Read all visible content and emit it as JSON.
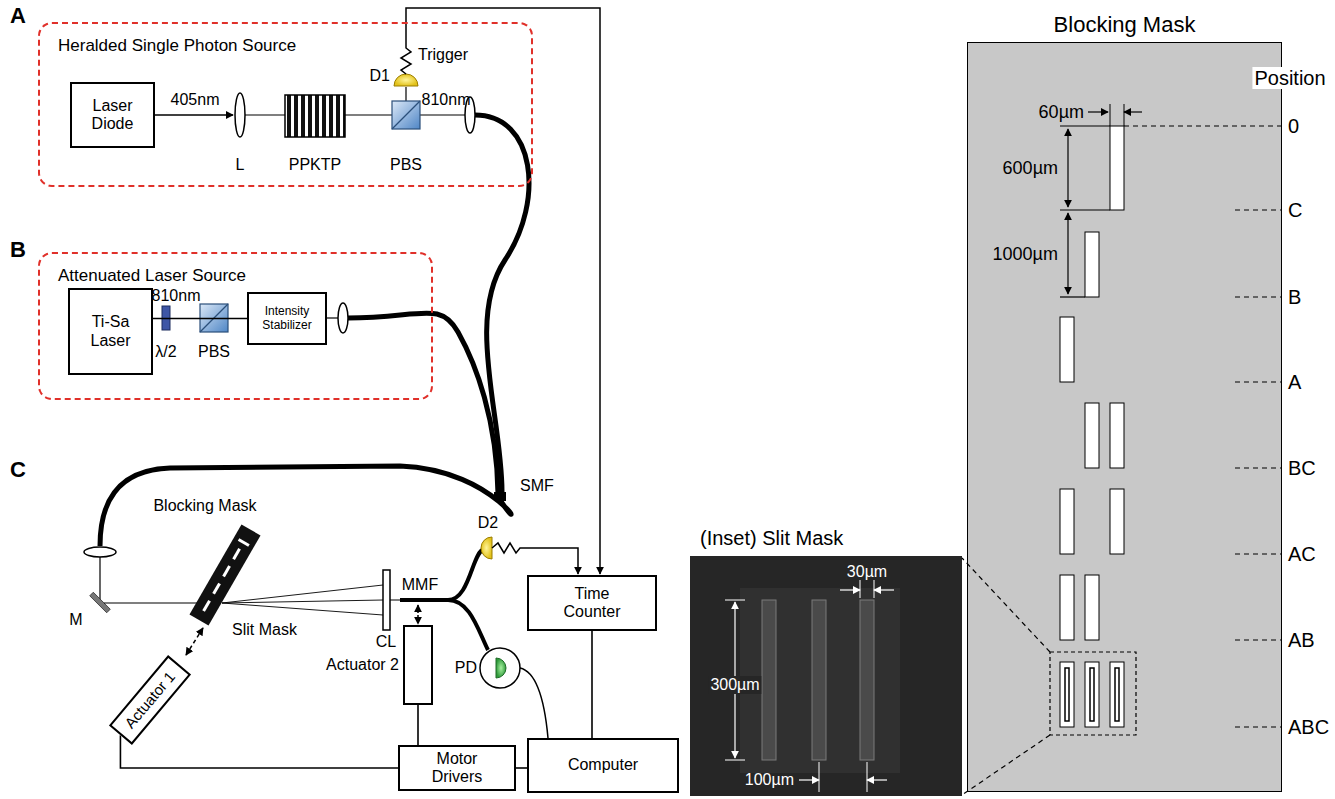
{
  "diagram": {
    "nodes": [
      {
        "text": [
          "Heralded Single Photon Source"
        ]
      },
      {
        "text": [
          "Laser Diode"
        ],
        "in": 0
      },
      {
        "text": [
          "Attenuated Laser Source"
        ]
      },
      {
        "text": [
          "Ti-Sa Laser"
        ],
        "in": 2
      },
      {
        "text": [
          "Intensity Stabilizer"
        ],
        "in": 2
      },
      {
        "text": [
          "Actuator 1"
        ]
      },
      {
        "text": [
          "Actuator 2"
        ]
      },
      {
        "text": [
          "Time Counter"
        ]
      },
      {
        "text": [
          "Motor Drivers"
        ]
      },
      {
        "text": [
          "Computer"
        ]
      },
      {
        "text": [
          "Blocking Mask"
        ]
      },
      {
        "text": [
          "(Inset) Slit Mask"
        ]
      }
    ],
    "edges": [
      {
        "from": 5,
        "to": 8,
        "arrow": "none"
      },
      {
        "from": 6,
        "to": 8,
        "arrow": "none"
      },
      {
        "from": 8,
        "to": 9,
        "arrow": "none"
      },
      {
        "from": 7,
        "to": 9,
        "arrow": "none"
      },
      {
        "from": 3,
        "to": 4,
        "arrow": "none"
      }
    ],
    "labels": [
      "A",
      "405nm",
      "L",
      "PPKTP",
      "PBS",
      "D1",
      "Trigger",
      "810nm",
      "B",
      "810nm",
      "λ/2",
      "PBS",
      "SMF",
      "C",
      "Blocking Mask",
      "M",
      "Slit Mask",
      "CL",
      "MMF",
      "D2",
      "PD",
      "Position",
      "0",
      "C",
      "B",
      "A",
      "BC",
      "AC",
      "AB",
      "ABC",
      "60µm",
      "600µm",
      "1000µm",
      "30µm",
      "300µm",
      "100µm"
    ]
  }
}
